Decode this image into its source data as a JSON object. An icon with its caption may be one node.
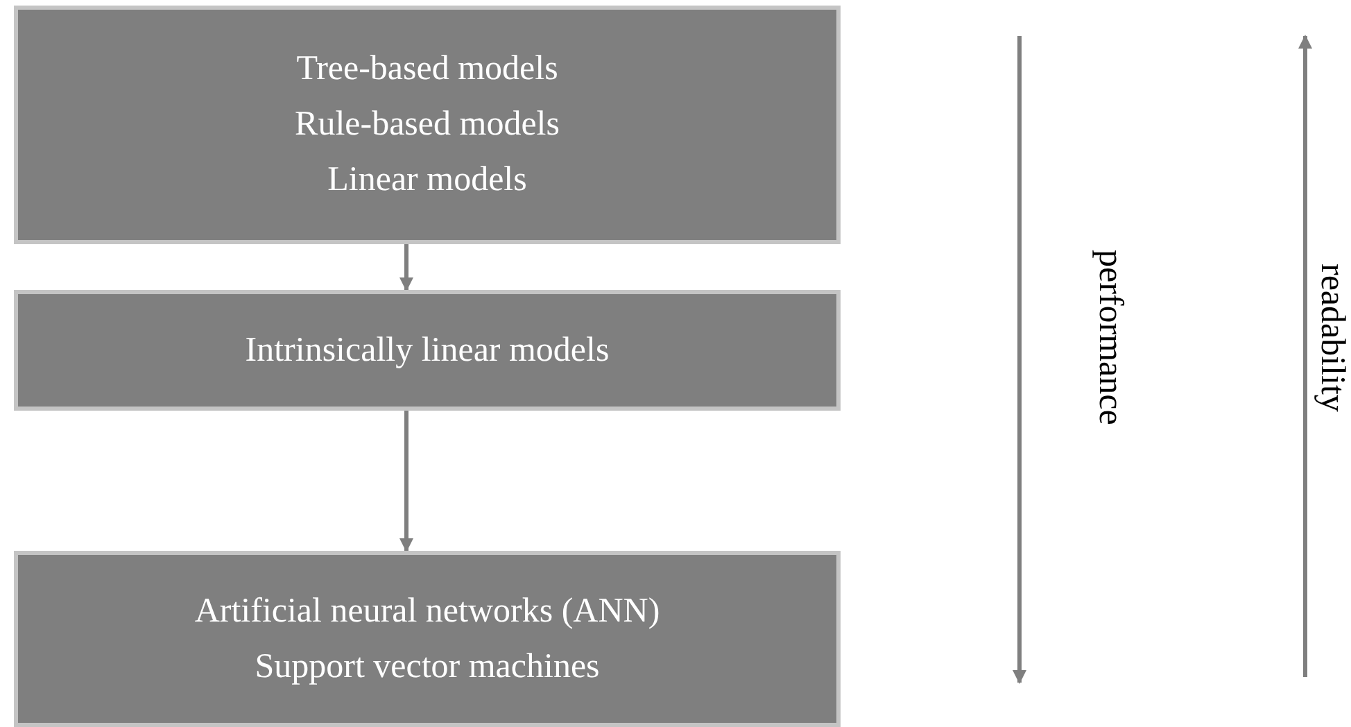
{
  "diagram": {
    "nodes": [
      {
        "text": [
          "Tree-based models",
          "Rule-based models",
          "Linear models"
        ]
      },
      {
        "text": [
          "Intrinsically linear models"
        ]
      },
      {
        "text": [
          "Artificial neural networks (ANN)",
          "Support vector machines"
        ]
      }
    ],
    "edges": [
      {
        "from": 0,
        "to": 1,
        "arrow": "to"
      },
      {
        "from": 1,
        "to": 2,
        "arrow": "to"
      }
    ],
    "labels": [
      "performance",
      "readability"
    ]
  }
}
